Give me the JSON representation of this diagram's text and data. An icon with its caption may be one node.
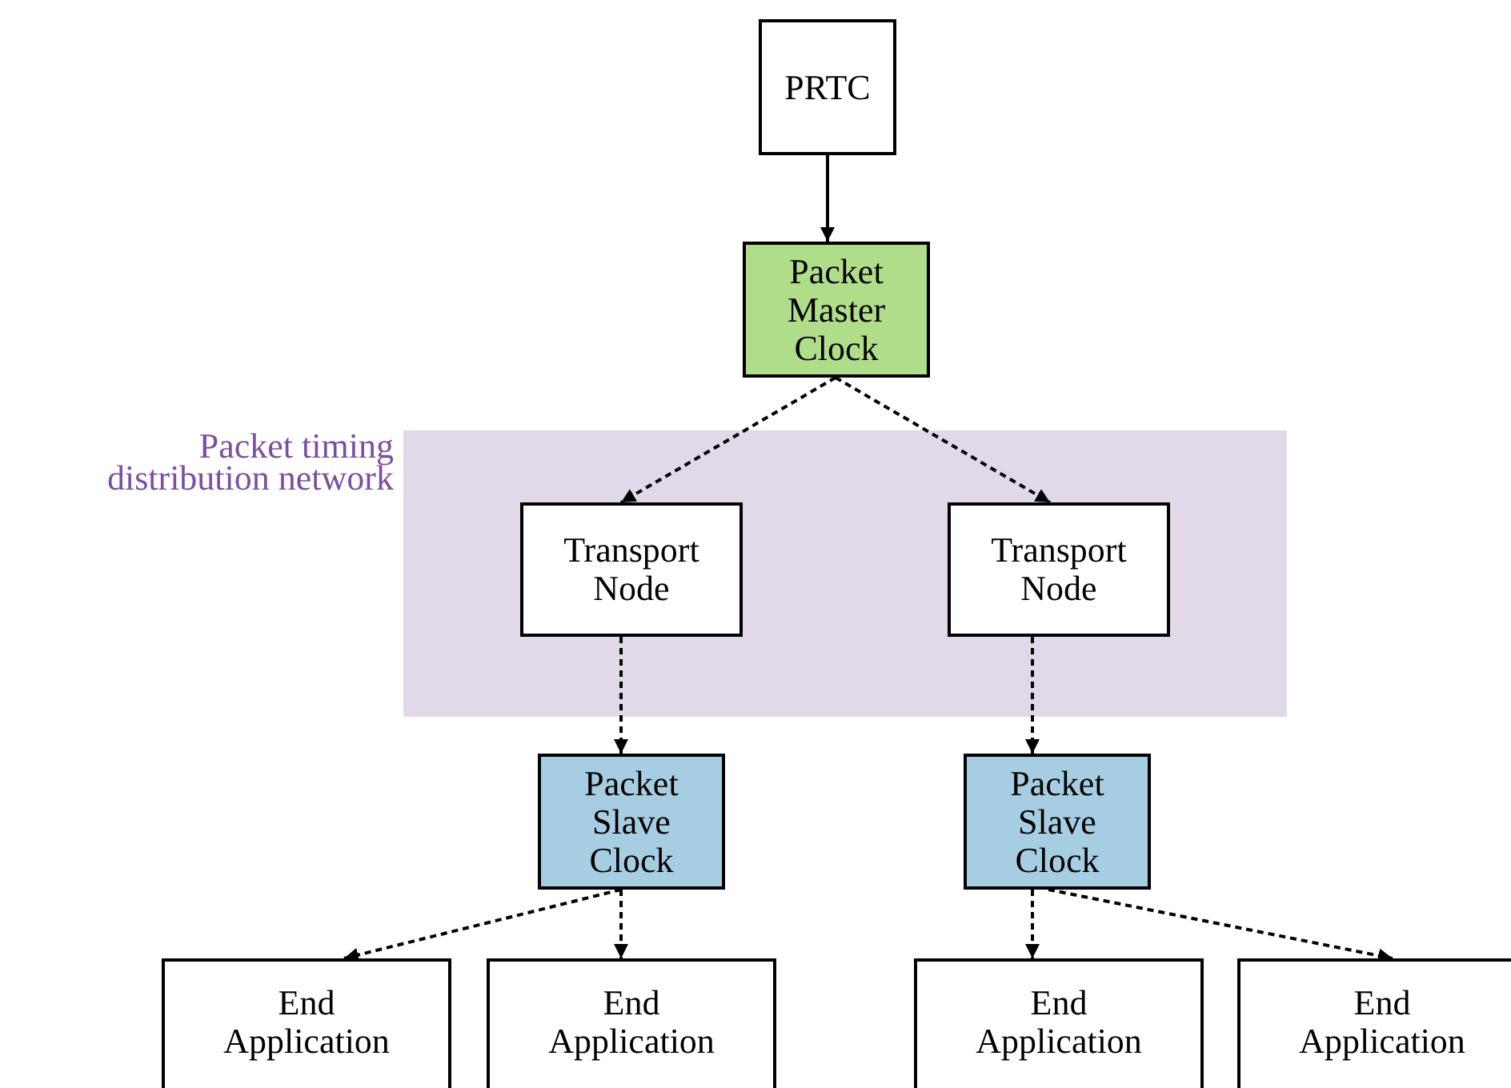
{
  "diagram": {
    "nodes": [
      {
        "text": [
          "PRTC"
        ]
      },
      {
        "text": [
          "Packet Master Clock"
        ]
      },
      {
        "text": [
          "Packet timing distribution network"
        ]
      },
      {
        "text": [
          "Transport Node"
        ],
        "in": 2
      },
      {
        "text": [
          "Transport Node"
        ],
        "in": 2
      },
      {
        "text": [
          "Packet Slave Clock"
        ]
      },
      {
        "text": [
          "Packet Slave Clock"
        ]
      },
      {
        "text": [
          "End Application"
        ]
      },
      {
        "text": [
          "End Application"
        ]
      },
      {
        "text": [
          "End Application"
        ]
      },
      {
        "text": [
          "End Application"
        ]
      }
    ],
    "edges": [
      {
        "from": 0,
        "to": 1,
        "arrow": "to"
      },
      {
        "from": 1,
        "to": 3,
        "arrow": "to",
        "style": "dashed"
      },
      {
        "from": 1,
        "to": 4,
        "arrow": "to",
        "style": "dashed"
      },
      {
        "from": 3,
        "to": 5,
        "arrow": "to",
        "style": "dashed"
      },
      {
        "from": 4,
        "to": 6,
        "arrow": "to",
        "style": "dashed"
      },
      {
        "from": 5,
        "to": 7,
        "arrow": "to",
        "style": "dashed"
      },
      {
        "from": 5,
        "to": 8,
        "arrow": "to",
        "style": "dashed"
      },
      {
        "from": 6,
        "to": 9,
        "arrow": "to",
        "style": "dashed"
      },
      {
        "from": 6,
        "to": 10,
        "arrow": "to",
        "style": "dashed"
      }
    ]
  }
}
